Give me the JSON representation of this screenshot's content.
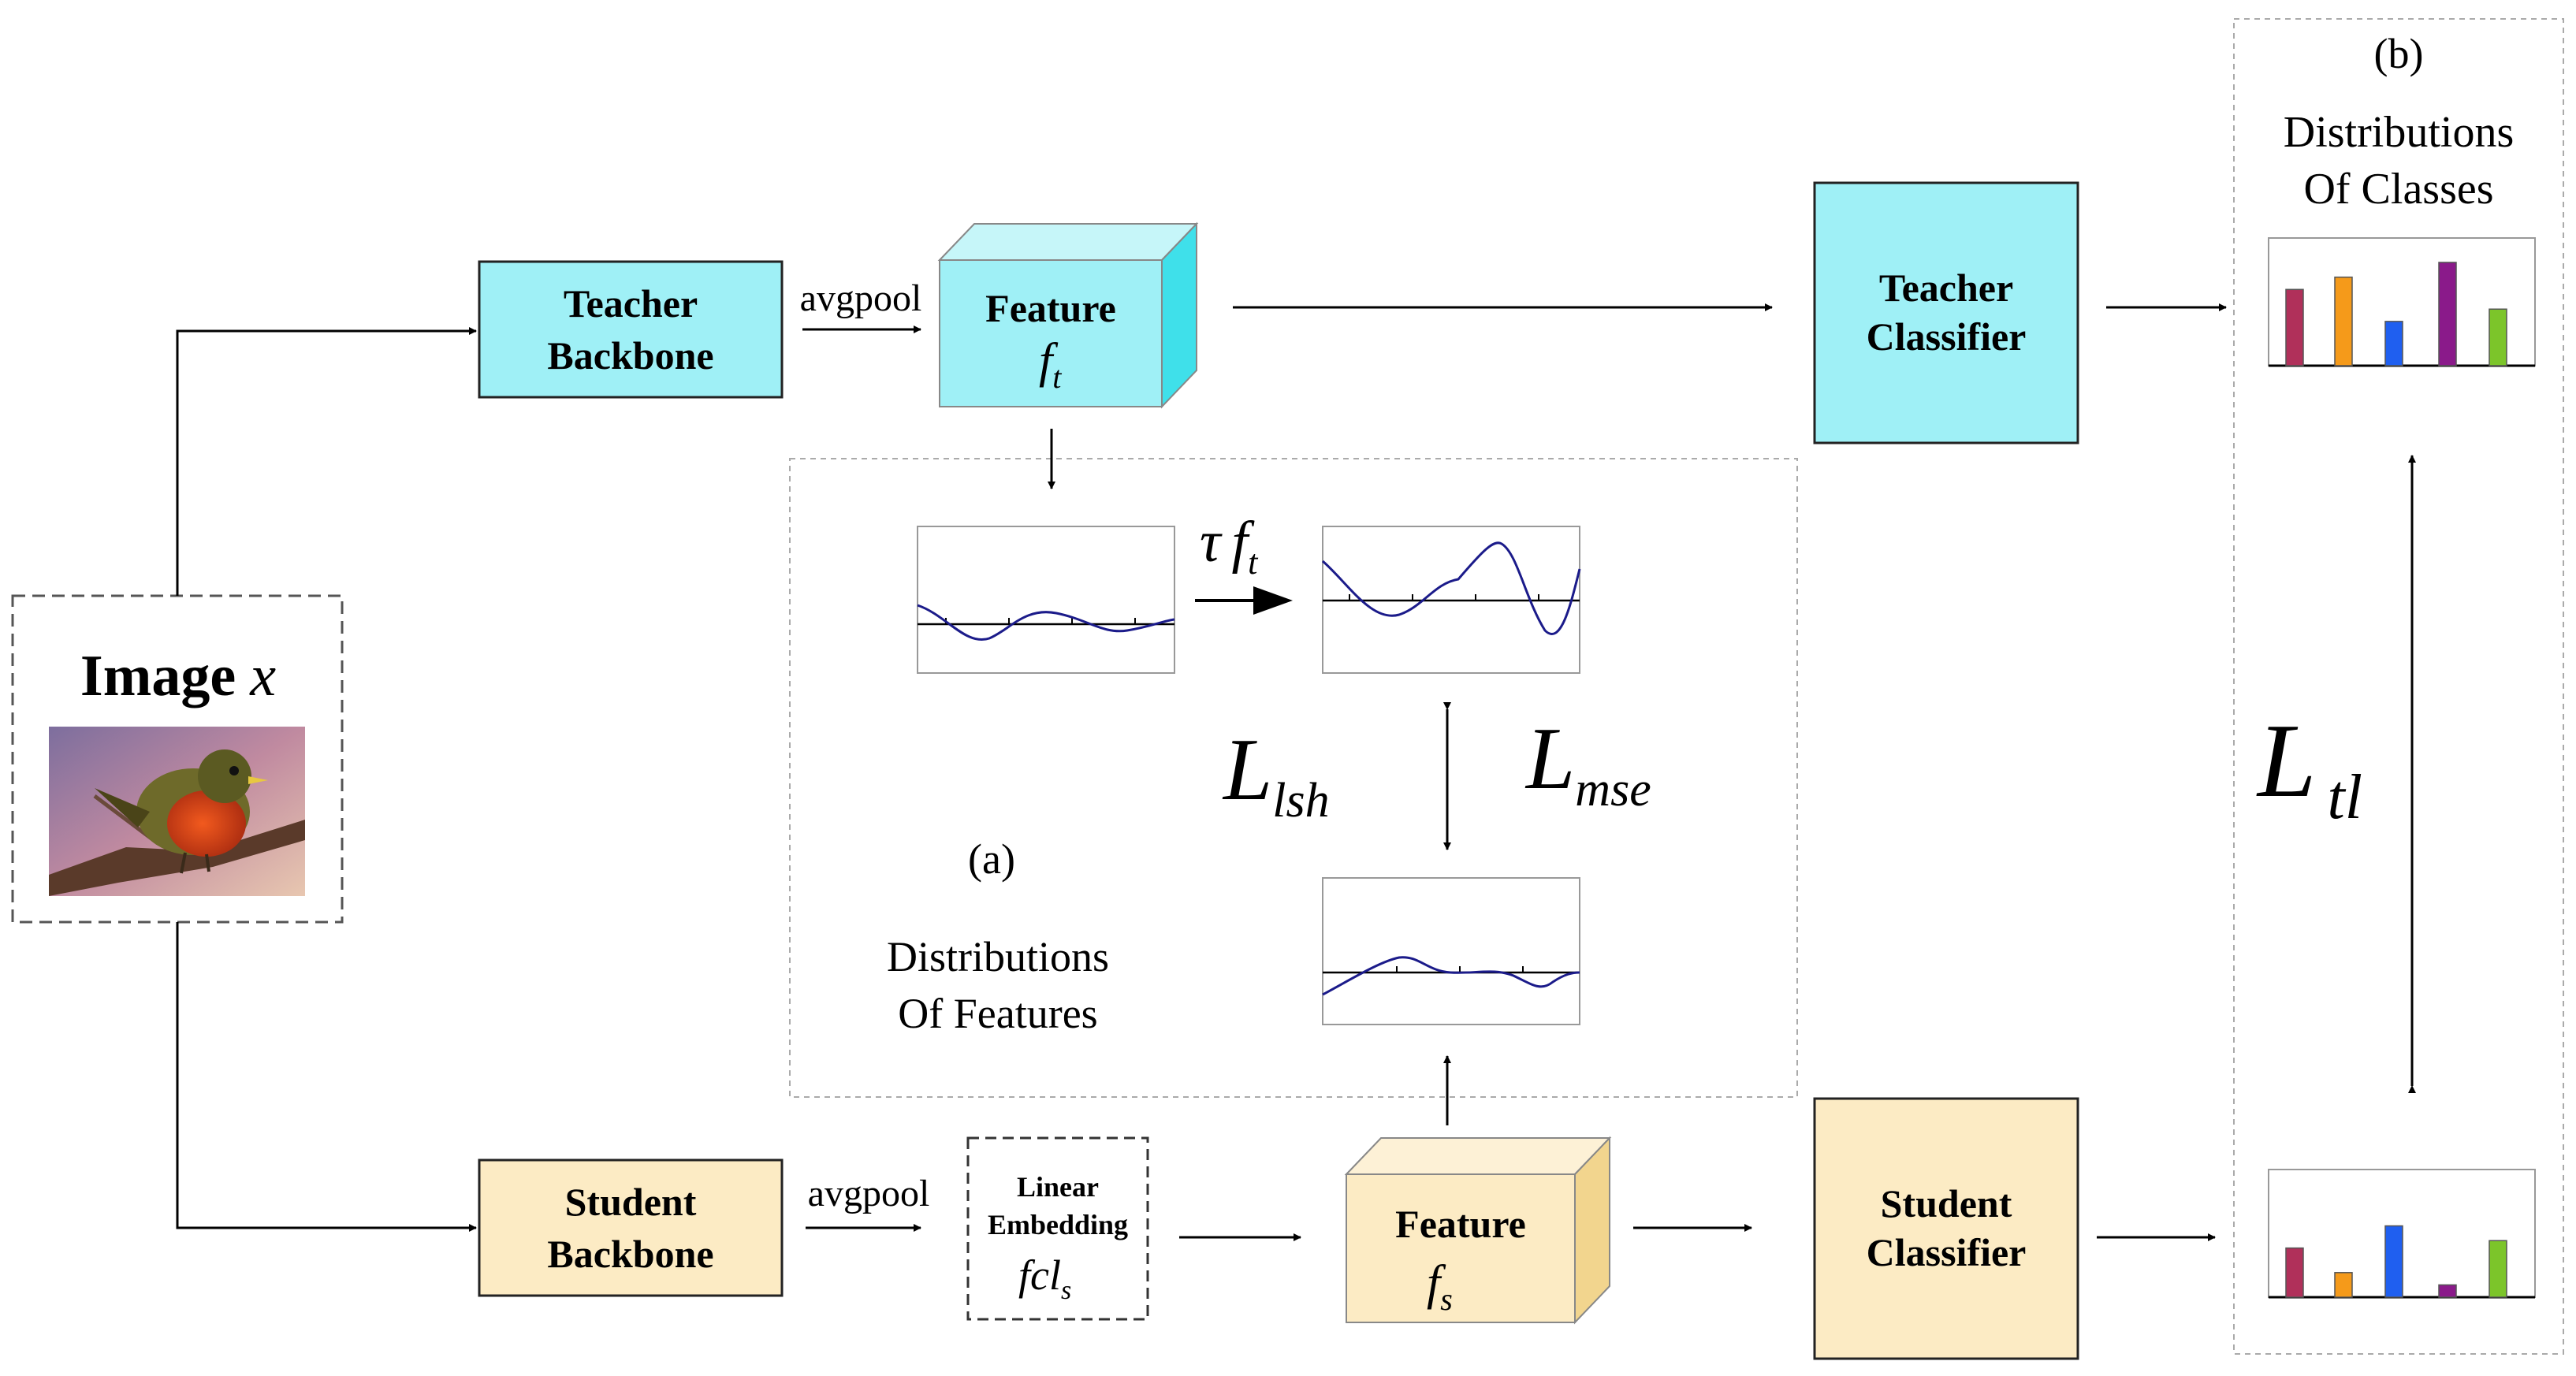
{
  "image_box": {
    "title": "Image",
    "var": "x"
  },
  "teacher": {
    "backbone_line1": "Teacher",
    "backbone_line2": "Backbone",
    "pool": "avgpool",
    "feature_label": "Feature",
    "feature_symbol": "f",
    "feature_sub": "t",
    "classifier_line1": "Teacher",
    "classifier_line2": "Classifier"
  },
  "student": {
    "backbone_line1": "Student",
    "backbone_line2": "Backbone",
    "pool": "avgpool",
    "embed_line1": "Linear",
    "embed_line2": "Embedding",
    "embed_symbol": "fcl",
    "embed_sub": "s",
    "feature_label": "Feature",
    "feature_symbol": "f",
    "feature_sub": "s",
    "classifier_line1": "Student",
    "classifier_line2": "Classifier"
  },
  "panel_a": {
    "tag": "(a)",
    "caption_line1": "Distributions",
    "caption_line2": "Of Features",
    "scale_tau": "τ",
    "scale_f": "f",
    "scale_sub": "t",
    "loss1_main": "L",
    "loss1_sub": "lsh",
    "loss2_main": "L",
    "loss2_sub": "mse"
  },
  "panel_b": {
    "tag": "(b)",
    "caption_line1": "Distributions",
    "caption_line2": "Of Classes",
    "loss_main": "L",
    "loss_sub": "tl"
  },
  "colors": {
    "teacher_fill": "#9ff0f6",
    "teacher_side": "#3fe0ea",
    "student_fill": "#fcebc4",
    "student_side": "#f2d58e",
    "curve": "#1b1b8a",
    "bar_crimson": "#b0305a",
    "bar_orange": "#f59a1a",
    "bar_blue": "#1f5ff0",
    "bar_purple": "#8a1a8a",
    "bar_green": "#7cc52a"
  },
  "distributions": {
    "teacher_classes": [
      0.62,
      0.72,
      0.36,
      0.84,
      0.46
    ],
    "student_classes": [
      0.4,
      0.2,
      0.58,
      0.1,
      0.46
    ]
  }
}
